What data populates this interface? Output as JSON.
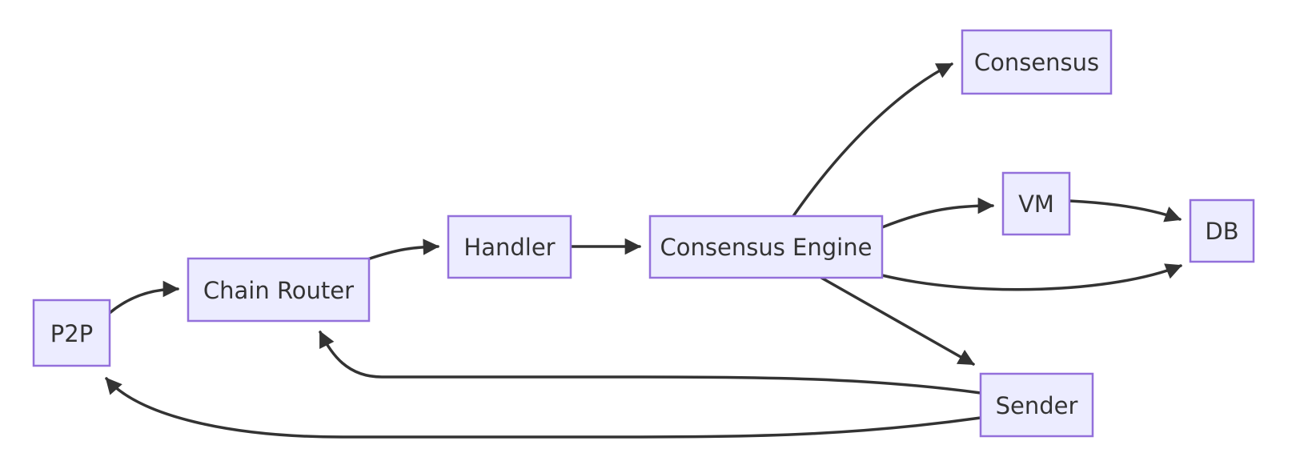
{
  "diagram": {
    "type": "flowchart",
    "background_color": "#ffffff",
    "node_fill_color": "#ECECFF",
    "node_border_color": "#9370DB",
    "edge_color": "#333333",
    "text_color": "#333333",
    "nodes": [
      {
        "id": "p2p",
        "label": "P2P"
      },
      {
        "id": "chain-router",
        "label": "Chain Router"
      },
      {
        "id": "handler",
        "label": "Handler"
      },
      {
        "id": "consensus-engine",
        "label": "Consensus Engine"
      },
      {
        "id": "consensus",
        "label": "Consensus"
      },
      {
        "id": "vm",
        "label": "VM"
      },
      {
        "id": "db",
        "label": "DB"
      },
      {
        "id": "sender",
        "label": "Sender"
      }
    ],
    "edges": [
      {
        "from": "P2P",
        "to": "Chain Router"
      },
      {
        "from": "Chain Router",
        "to": "Handler"
      },
      {
        "from": "Handler",
        "to": "Consensus Engine"
      },
      {
        "from": "Consensus Engine",
        "to": "Consensus"
      },
      {
        "from": "Consensus Engine",
        "to": "VM"
      },
      {
        "from": "VM",
        "to": "DB"
      },
      {
        "from": "Consensus Engine",
        "to": "DB"
      },
      {
        "from": "Consensus Engine",
        "to": "Sender"
      },
      {
        "from": "Sender",
        "to": "Chain Router"
      },
      {
        "from": "Sender",
        "to": "P2P"
      }
    ]
  }
}
